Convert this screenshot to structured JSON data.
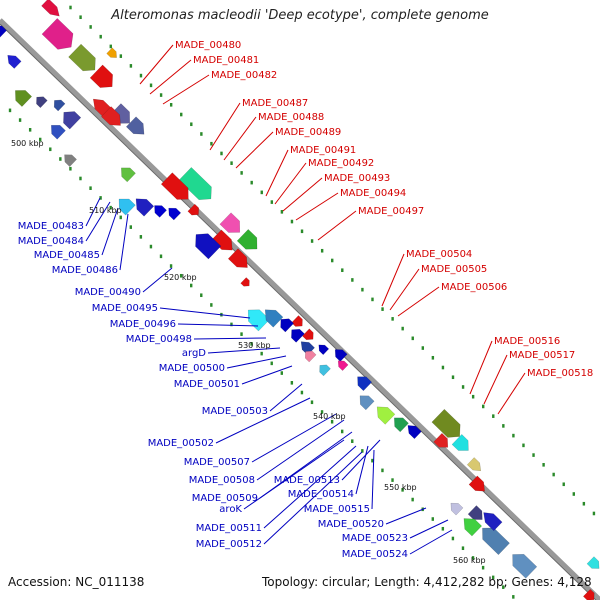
{
  "title": "Alteromonas macleodii 'Deep ecotype', complete genome",
  "footer": {
    "accession": "Accession: NC_011138",
    "summary": "Topology: circular; Length: 4,412,282 bp; Genes: 4,128"
  },
  "colors": {
    "forward_labels": "#d40000",
    "reverse_labels": "#0000c0",
    "backbone": "#999999"
  },
  "ticks": [
    "500 kbp",
    "510 kbp",
    "520 kbp",
    "530 kbp",
    "540 kbp",
    "550 kbp",
    "560 kbp"
  ],
  "labels_forward": [
    "MADE_00480",
    "MADE_00481",
    "MADE_00482",
    "MADE_00487",
    "MADE_00488",
    "MADE_00489",
    "MADE_00491",
    "MADE_00492",
    "MADE_00493",
    "MADE_00494",
    "MADE_00497",
    "MADE_00504",
    "MADE_00505",
    "MADE_00506",
    "MADE_00516",
    "MADE_00517",
    "MADE_00518"
  ],
  "labels_reverse": [
    "MADE_00483",
    "MADE_00484",
    "MADE_00485",
    "MADE_00486",
    "MADE_00490",
    "MADE_00495",
    "MADE_00496",
    "MADE_00498",
    "argD",
    "MADE_00500",
    "MADE_00501",
    "MADE_00503",
    "MADE_00502",
    "MADE_00507",
    "MADE_00508",
    "MADE_00509",
    "aroK",
    "MADE_00511",
    "MADE_00512",
    "MADE_00513",
    "MADE_00514",
    "MADE_00515",
    "MADE_00520",
    "MADE_00523",
    "MADE_00524"
  ]
}
